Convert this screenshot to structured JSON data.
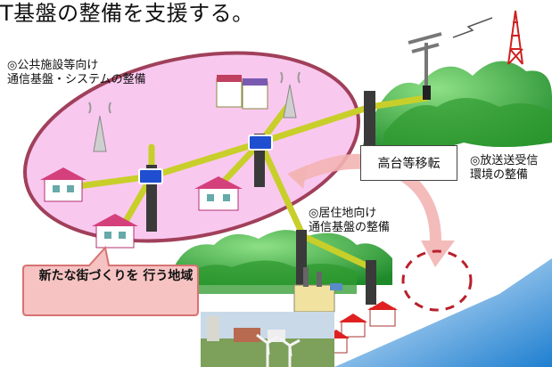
{
  "title": "T基盤の整備を支援する。",
  "labels": {
    "public_facilities": "◎公共施設等向け\n通信基盤・システムの整備",
    "relocation": "高台等移転",
    "broadcast": "◎放送送受信\n環境の整備",
    "residential": "◎居住地向け\n通信基盤の整備",
    "new_town": "新たな街づくりを\n行う地域"
  },
  "colors": {
    "zone_fill": "#f9c8ef",
    "zone_border": "#a0405a",
    "cable": "#c8cf2a",
    "hill": "#2f9a2f",
    "hill_light": "#7fd27a",
    "sea": "#3a9ae0",
    "callout_fill": "#f6c2c2",
    "callout_border": "#d87272",
    "arrow": "#f3b4b4",
    "tower": "#d02020"
  },
  "icons": [
    "house-icon",
    "shop-icon",
    "wireless-antenna-icon",
    "network-switch-icon",
    "utility-pole-icon",
    "tv-antenna-icon",
    "broadcast-tower-icon",
    "factory-icon",
    "wind-turbine-icon"
  ]
}
